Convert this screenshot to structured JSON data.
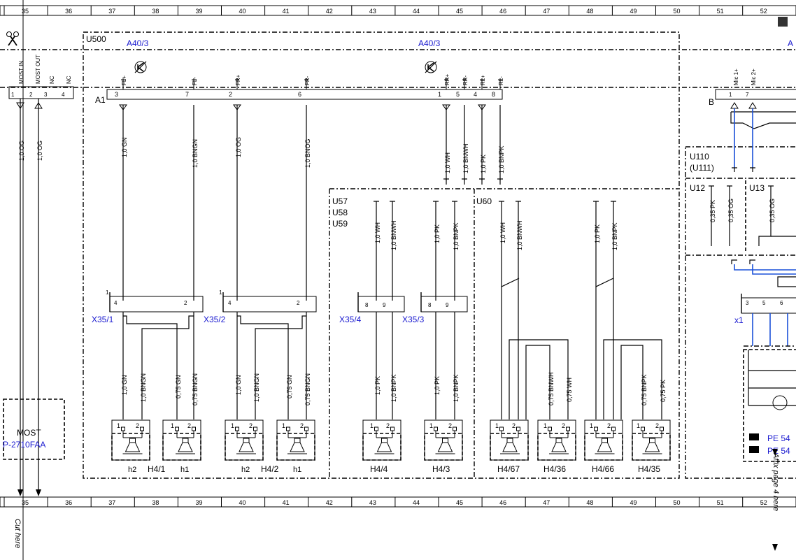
{
  "ruler": {
    "numbers": [
      "35",
      "36",
      "37",
      "38",
      "39",
      "40",
      "41",
      "42",
      "43",
      "44",
      "45",
      "46",
      "47",
      "48",
      "49",
      "50",
      "51",
      "52"
    ]
  },
  "most": {
    "pin_labels": [
      "MOST IN",
      "MOST OUT",
      "NC",
      "NC"
    ],
    "pin_numbers": [
      "1",
      "2",
      "3",
      "4"
    ],
    "wires": [
      "1,0 OG",
      "1,0 OG"
    ],
    "module_label": "MOST",
    "module_ref": "P-2710FAA"
  },
  "u500": {
    "label": "U500",
    "refs": [
      "A40/3",
      "A40/3"
    ],
    "a1": "A1",
    "pin_labels": [
      "FL+",
      "FL-",
      "FR+",
      "FR-",
      "RR+",
      "RR-",
      "RL+",
      "RL-"
    ],
    "pin_numbers": [
      "3",
      "7",
      "2",
      "6",
      "1",
      "5",
      "4",
      "8"
    ],
    "wires_top": [
      "1,0 GN",
      "1,0 BNGN",
      "1,0 OG",
      "1,0 BNOG",
      "1,0 WH",
      "1,0 BNWH",
      "1,0 PK",
      "1,0 BNPK"
    ]
  },
  "variants": {
    "u57_group": [
      "U57",
      "U58",
      "U59"
    ],
    "u60": "U60",
    "u57_wires": [
      "1,0 WH",
      "1,0 BNWH",
      "1,0 PK",
      "1,0 BNPK"
    ],
    "u60_wires": [
      "1,0 WH",
      "1,0 BNWH",
      "1,0 PK",
      "1,0 BNPK"
    ]
  },
  "connectors": {
    "x35_1": {
      "name": "X35/1",
      "pins": [
        "1",
        "4",
        "2"
      ]
    },
    "x35_2": {
      "name": "X35/2",
      "pins": [
        "1",
        "4",
        "2"
      ]
    },
    "x35_4": {
      "name": "X35/4",
      "pins": [
        "8",
        "9"
      ]
    },
    "x35_3": {
      "name": "X35/3",
      "pins": [
        "8",
        "9"
      ]
    }
  },
  "lower_wires": {
    "h4_1": [
      "1,0 GN",
      "1,0 BNGN",
      "0,75 GN",
      "0,75 BNGN"
    ],
    "h4_2": [
      "1,0 GN",
      "1,0 BNGN",
      "0,75 GN",
      "0,75 BNGN"
    ],
    "h4_4": [
      "1,0 PK",
      "1,0 BNPK"
    ],
    "h4_3": [
      "1,0 PK",
      "1,0 BNPK"
    ],
    "h4_36": [
      "0,75 BNWH",
      "0,75 WH"
    ],
    "h4_35": [
      "0,75 BNPK",
      "0,75 PK"
    ]
  },
  "speakers": {
    "h4_1": "H4/1",
    "h4_2": "H4/2",
    "h4_4": "H4/4",
    "h4_3": "H4/3",
    "h4_67": "H4/67",
    "h4_36": "H4/36",
    "h4_66": "H4/66",
    "h4_35": "H4/35",
    "sub_h2": "h2",
    "sub_h1": "h1",
    "pin1": "1",
    "pin2": "2"
  },
  "right": {
    "b": "B",
    "mic_labels": [
      "Mic 1+",
      "Mic 2+"
    ],
    "mic_pins": [
      "1",
      "7"
    ],
    "u110": "U110",
    "u111": "(U111)",
    "u12": "U12",
    "u13": "U13",
    "u12_wires": [
      "0,35 PK",
      "0,35 OG"
    ],
    "u13_wire": "0,35 OG",
    "x1": "x1",
    "x1_pins": [
      "3",
      "5",
      "6"
    ],
    "pe_1": "PE 54",
    "pe_2": "PE 54",
    "ref_a": "A"
  },
  "footer": {
    "cut_here": "Cut here",
    "affix": "Affix page 4 here"
  }
}
